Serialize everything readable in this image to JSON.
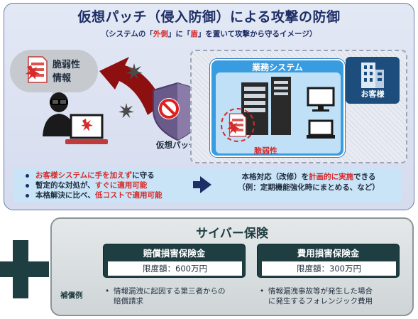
{
  "top": {
    "title": "仮想パッチ（侵入防御）による攻撃の防御",
    "subtitle_pre": "（システムの「",
    "subtitle_red1": "外側",
    "subtitle_mid": "」に「",
    "subtitle_red2": "盾",
    "subtitle_post": "」を置いて攻撃から守るイメージ）",
    "bubble_line1": "脆弱性",
    "bubble_line2": "情報",
    "shield_label": "仮想パッチ",
    "system_label": "業務システム",
    "vulnerability_label": "脆弱性",
    "customer_label": "お客様"
  },
  "benefits": [
    {
      "red": "お客様システムに手を加えず",
      "text": "に守る",
      "pre": ""
    },
    {
      "pre": "暫定的な対処が、",
      "red": "すぐに適用可能",
      "text": ""
    },
    {
      "pre": "本格解決に比べ、",
      "red": "低コストで適用可能",
      "text": ""
    }
  ],
  "result": {
    "line1_pre": "本格対応（改修）を",
    "line1_red": "計画的に実施",
    "line1_post": "できる",
    "line2": "（例：定期機能強化時にまとめる、など）"
  },
  "insurance": {
    "title": "サイバー保険",
    "example_label": "補償例",
    "cards": [
      {
        "name": "賠償損害保険金",
        "limit": "限度額：600万円",
        "desc_line1": "情報漏洩に起因する第三者からの",
        "desc_line2": "賠償請求"
      },
      {
        "name": "費用損害保険金",
        "limit": "限度額：300万円",
        "desc_line1": "情報漏洩事故等が発生した場合",
        "desc_line2": "に発生するフォレンジック費用"
      }
    ]
  },
  "colors": {
    "navy": "#1e2f66",
    "accent_red": "#d72a2a",
    "system_blue": "#3a9ce0",
    "insurance_dark": "#1e3e42"
  },
  "icons": [
    "document-icon",
    "hacker-icon",
    "laptop-icon",
    "burst-icon",
    "shield-icon",
    "server-icon",
    "monitor-icon",
    "building-icon",
    "plus-icon"
  ]
}
